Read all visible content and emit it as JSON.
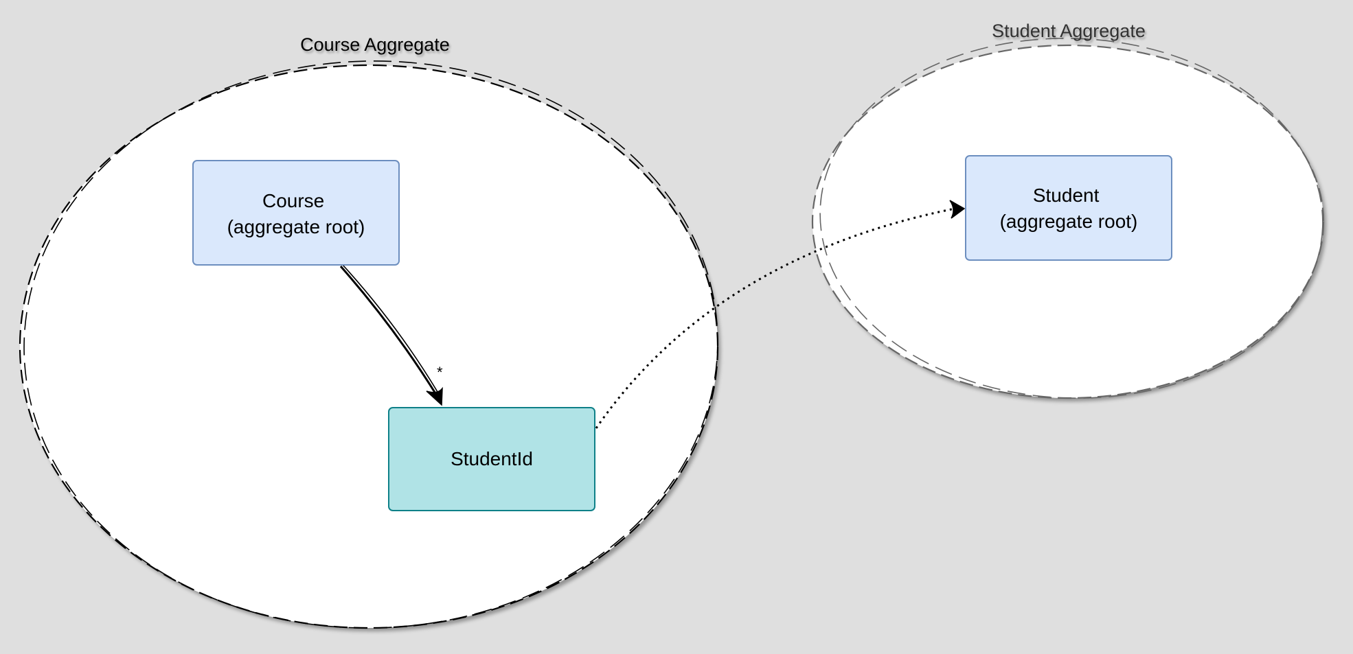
{
  "diagram": {
    "aggregates": [
      {
        "id": "course-aggregate",
        "label": "Course Aggregate",
        "text_color": "#000000"
      },
      {
        "id": "student-aggregate",
        "label": "Student Aggregate",
        "text_color": "#333333"
      }
    ],
    "nodes": [
      {
        "id": "course",
        "lines": [
          "Course",
          "(aggregate root)"
        ],
        "fill": "#dae8fc",
        "stroke": "#6c8ebf"
      },
      {
        "id": "student-id",
        "lines": [
          "StudentId"
        ],
        "fill": "#b0e3e6",
        "stroke": "#0e8088"
      },
      {
        "id": "student",
        "lines": [
          "Student",
          "(aggregate root)"
        ],
        "fill": "#dae8fc",
        "stroke": "#6c8ebf"
      }
    ],
    "edges": [
      {
        "from": "course",
        "to": "student-id",
        "style": "solid",
        "multiplicity": "*"
      },
      {
        "from": "student-id",
        "to": "student",
        "style": "dotted",
        "multiplicity": ""
      }
    ]
  }
}
